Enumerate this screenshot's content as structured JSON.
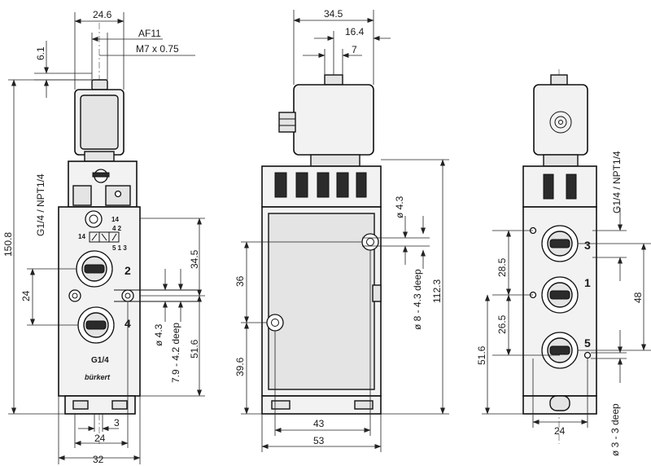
{
  "left_view": {
    "dim_24_6": "24.6",
    "dim_af11": "AF11",
    "dim_m7": "M7 x 0.75",
    "dim_6_1": "6.1",
    "dim_150_8": "150.8",
    "thread_label": "G1/4 / NPT1/4",
    "dim_24": "24",
    "dim_34_5": "34.5",
    "port_2": "2",
    "port_4": "4",
    "symbol_14_top": "14",
    "symbol_4_2": "4 2",
    "symbol_14_left": "14",
    "symbol_5_1_3": "5 1 3",
    "dim_hole": "ø 4.3",
    "dim_depth": "7.9 - 4.2 deep",
    "dim_51_6": "51.6",
    "thread_small": "G1/4",
    "brand": "bürkert",
    "dim_3": "3",
    "dim_24_bottom": "24",
    "dim_32": "32"
  },
  "middle_view": {
    "dim_34_5": "34.5",
    "dim_16_4": "16.4",
    "dim_7": "7",
    "dim_hole": "ø 4.3",
    "dim_deep": "ø 8 - 4.3 deep",
    "dim_112_3": "112.3",
    "dim_36": "36",
    "dim_39_6": "39.6",
    "dim_43": "43",
    "dim_53": "53"
  },
  "right_view": {
    "thread_label": "G1/4 / NPT1/4",
    "port_3": "3",
    "port_1": "1",
    "port_5": "5",
    "dim_28_5": "28.5",
    "dim_48": "48",
    "dim_26_5": "26.5",
    "dim_51_6": "51.6",
    "dim_24": "24",
    "dim_deep": "ø 3 - 3 deep"
  }
}
